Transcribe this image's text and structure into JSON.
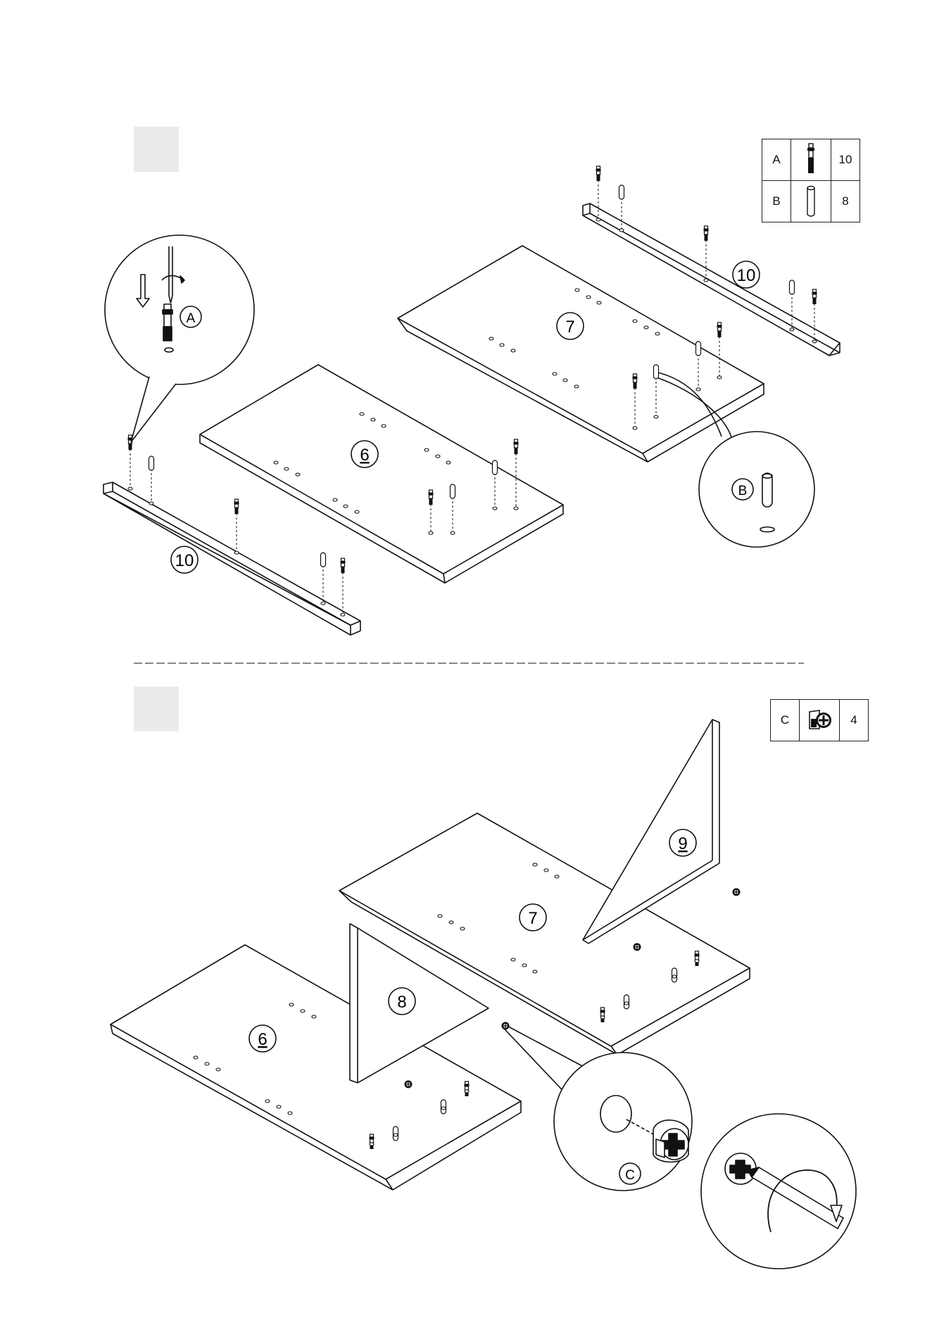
{
  "step1": {
    "parts": [
      {
        "letter": "A",
        "qty": "10",
        "icon": "cam-bolt-icon"
      },
      {
        "letter": "B",
        "qty": "8",
        "icon": "wooden-dowel-icon"
      }
    ],
    "labels": {
      "panel_a": "6",
      "panel_b": "7",
      "rail_front": "10",
      "rail_back": "10",
      "callout_a": "A",
      "callout_b": "B"
    }
  },
  "step2": {
    "parts": [
      {
        "letter": "C",
        "qty": "4",
        "icon": "cam-lock-icon"
      }
    ],
    "labels": {
      "panel_a": "6",
      "panel_b": "7",
      "side_a": "8",
      "side_b": "9",
      "callout_c": "C"
    }
  },
  "colors": {
    "line": "#111111",
    "step_box": "#ebebeb"
  }
}
